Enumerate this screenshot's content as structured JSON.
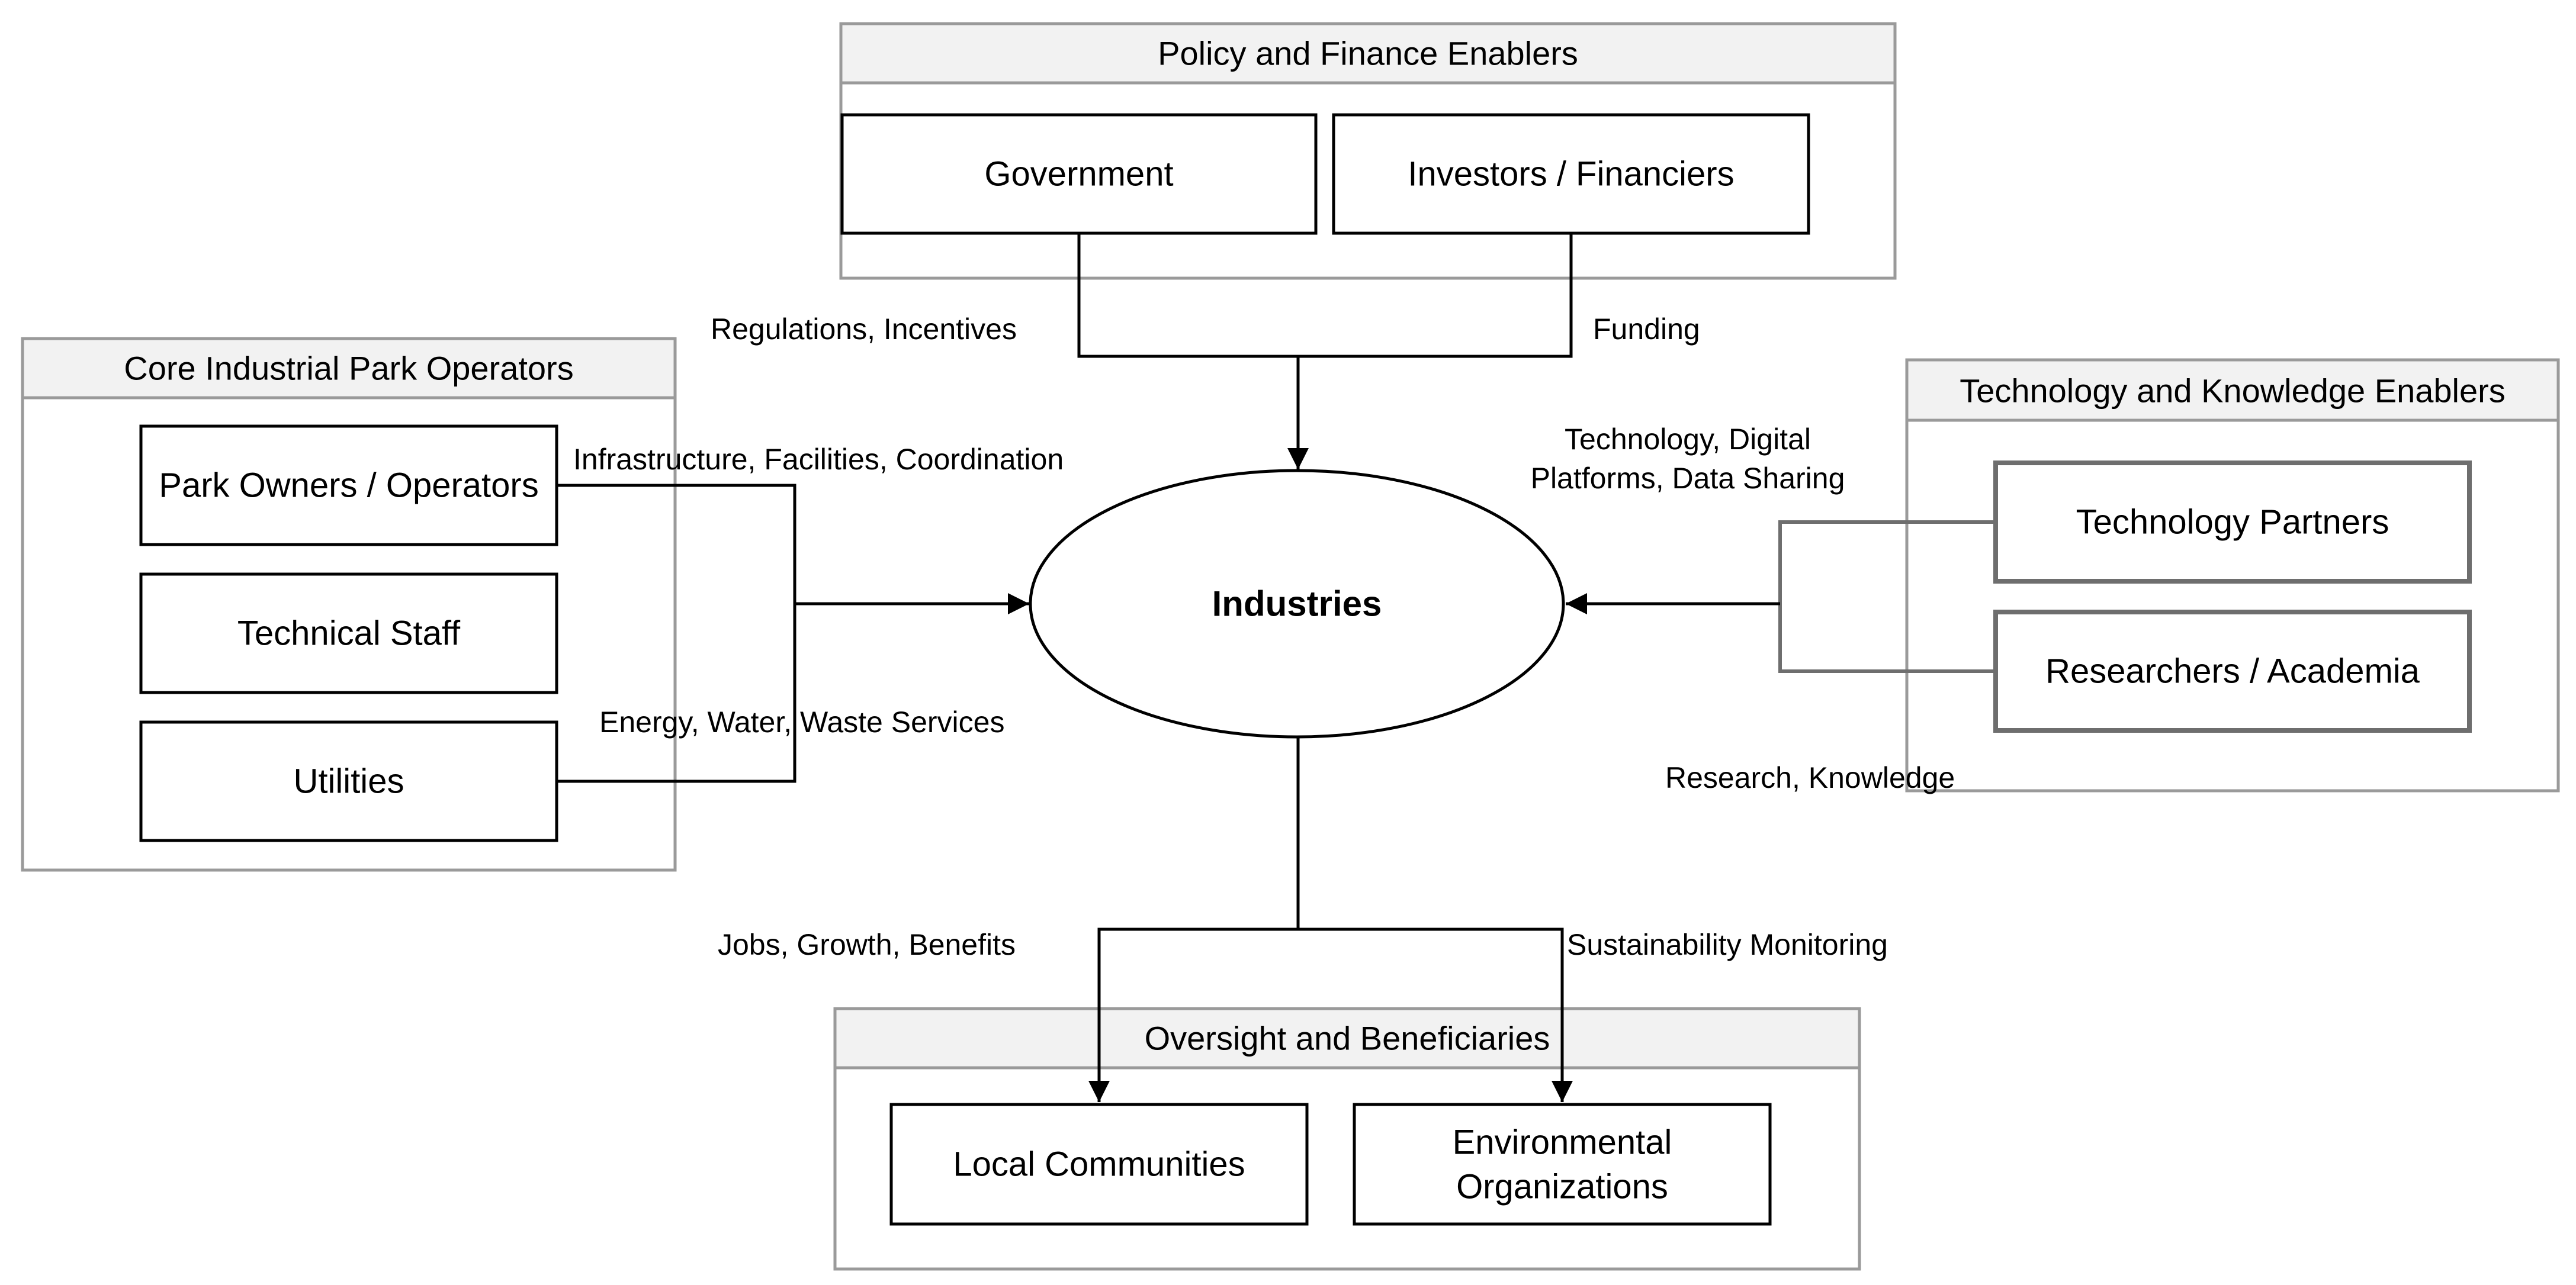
{
  "groups": {
    "policy": {
      "title": "Policy and Finance Enablers"
    },
    "core": {
      "title": "Core Industrial Park Operators"
    },
    "tech": {
      "title": "Technology and Knowledge Enablers"
    },
    "oversight": {
      "title": "Oversight and Beneficiaries"
    }
  },
  "nodes": {
    "government": "Government",
    "investors": "Investors / Financiers",
    "park_owners": "Park Owners / Operators",
    "technical_staff": "Technical Staff",
    "utilities": "Utilities",
    "technology_partners": "Technology Partners",
    "researchers": "Researchers / Academia",
    "local_communities": "Local Communities",
    "environmental_orgs": [
      "Environmental",
      "Organizations"
    ],
    "industries": "Industries"
  },
  "edges": {
    "regulations": "Regulations, Incentives",
    "funding": "Funding",
    "infrastructure": "Infrastructure, Facilities, Coordination",
    "energy": "Energy, Water, Waste Services",
    "technology": [
      "Technology, Digital",
      "Platforms, Data Sharing"
    ],
    "research": "Research, Knowledge",
    "jobs": "Jobs, Growth, Benefits",
    "sustainability": "Sustainability Monitoring"
  }
}
